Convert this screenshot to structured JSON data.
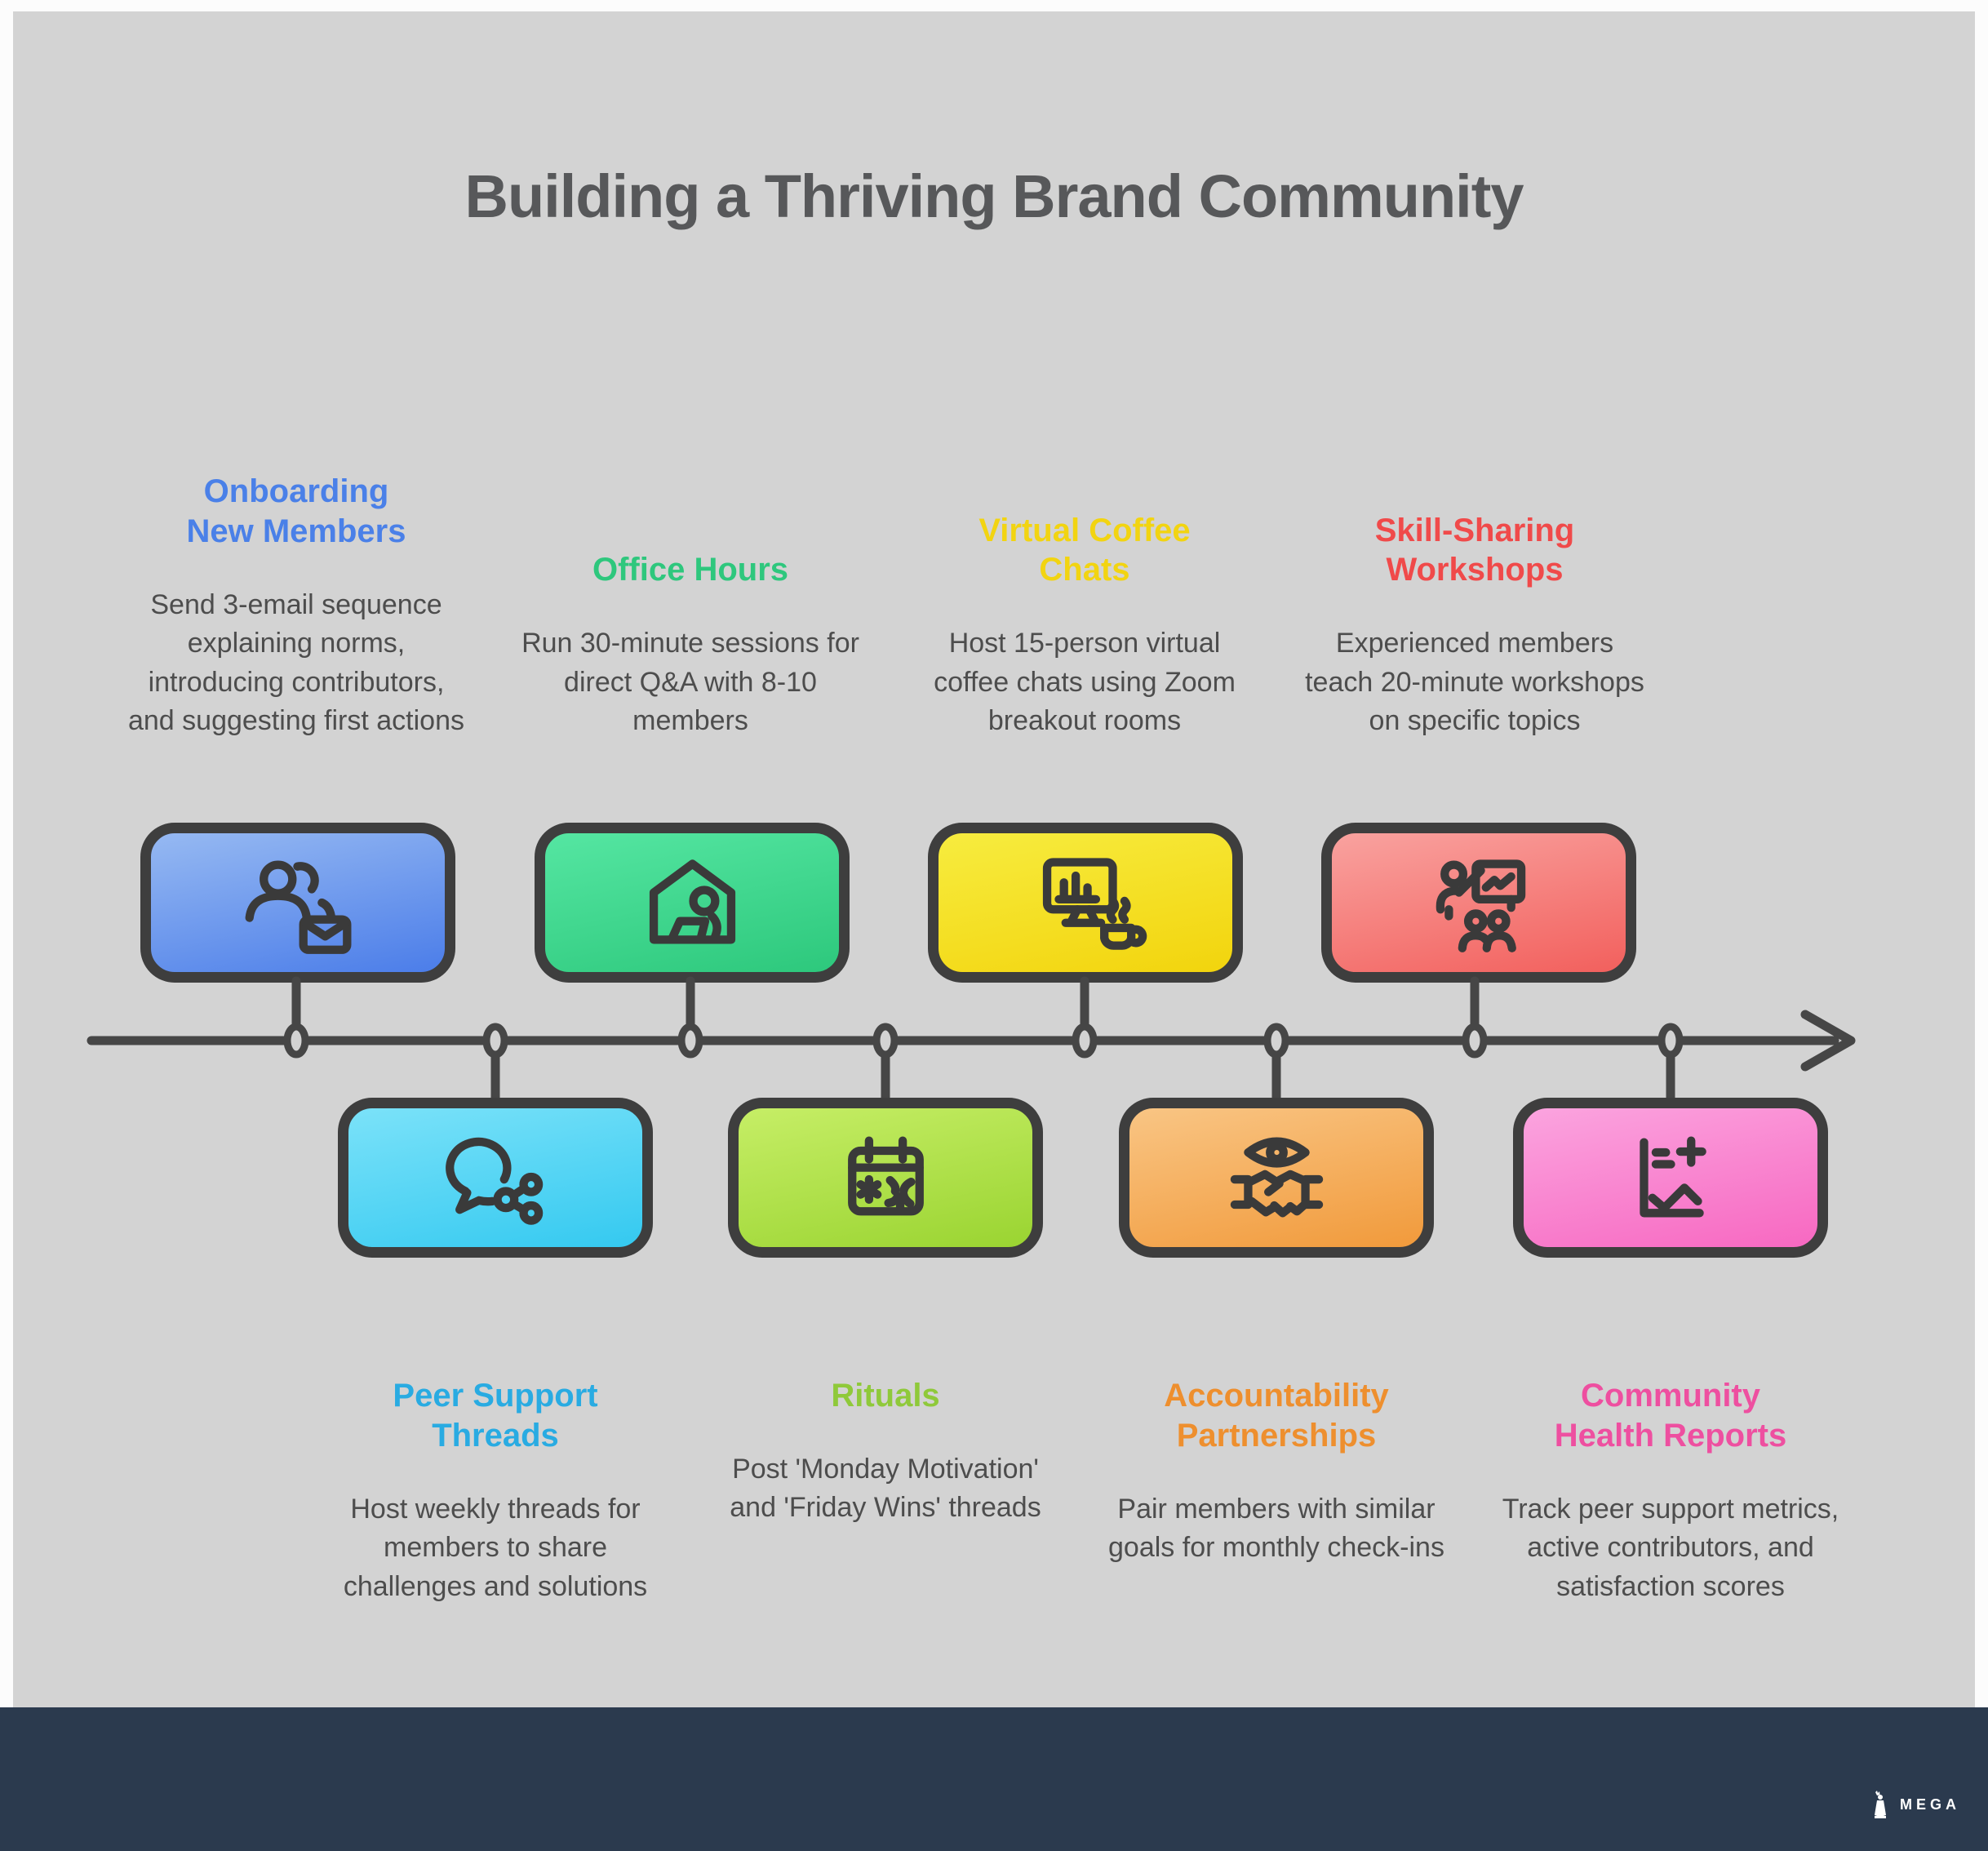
{
  "title": "Building a Thriving Brand Community",
  "colors": {
    "page_margin": "#fcfcfc",
    "canvas_background": "#d3d3d3",
    "title_color": "#57585a",
    "body_text": "#4d4d4d",
    "box_border": "#3e3e3e",
    "timeline_color": "#464646",
    "footer_background": "#2b3a4e"
  },
  "items": [
    {
      "heading": "Onboarding\nNew Members",
      "heading_color": "#4a80e8",
      "body": "Send 3-email sequence explaining norms, introducing contributors, and suggesting first actions",
      "icon": "users-email-icon",
      "box_gradient": [
        "#96b9f2",
        "#4b7de9"
      ],
      "row": "top"
    },
    {
      "heading": "Office Hours",
      "heading_color": "#2ec77d",
      "body": "Run 30-minute sessions for direct Q&A with 8-10 members",
      "icon": "home-office-icon",
      "box_gradient": [
        "#55e6a2",
        "#2dc87c"
      ],
      "row": "top"
    },
    {
      "heading": "Virtual Coffee\nChats",
      "heading_color": "#f2d411",
      "body": "Host 15-person virtual coffee chats using Zoom breakout rooms",
      "icon": "monitor-coffee-icon",
      "box_gradient": [
        "#f7ec3f",
        "#f2d40d"
      ],
      "row": "top"
    },
    {
      "heading": "Skill-Sharing\nWorkshops",
      "heading_color": "#f04a4a",
      "body": "Experienced members teach 20-minute workshops on specific topics",
      "icon": "presenter-board-icon",
      "box_gradient": [
        "#f9a29f",
        "#f2605d"
      ],
      "row": "top"
    },
    {
      "heading": "Peer Support\nThreads",
      "heading_color": "#29abe2",
      "body": "Host weekly threads for members to share challenges and solutions",
      "icon": "chat-share-icon",
      "box_gradient": [
        "#7be2f9",
        "#34c9f0"
      ],
      "row": "bottom"
    },
    {
      "heading": "Rituals",
      "heading_color": "#8fc93a",
      "body": "Post 'Monday Motivation' and 'Friday Wins' threads",
      "icon": "calendar-celebration-icon",
      "box_gradient": [
        "#c6ee66",
        "#9ad431"
      ],
      "row": "bottom"
    },
    {
      "heading": "Accountability\nPartnerships",
      "heading_color": "#ee8f2e",
      "body": "Pair members with similar goals for monthly check-ins",
      "icon": "eye-handshake-icon",
      "box_gradient": [
        "#f9c584",
        "#f19a3b"
      ],
      "row": "bottom"
    },
    {
      "heading": "Community\nHealth Reports",
      "heading_color": "#ee4fa0",
      "body": "Track peer support metrics, active contributors, and satisfaction scores",
      "icon": "health-chart-icon",
      "box_gradient": [
        "#fba4df",
        "#f768c1"
      ],
      "row": "bottom"
    }
  ],
  "footer": {
    "brand": "MEGA"
  }
}
